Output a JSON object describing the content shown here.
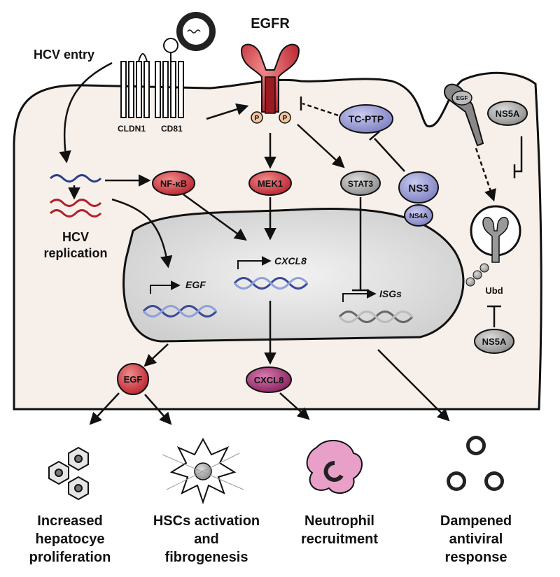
{
  "labels": {
    "egfr": "EGFR",
    "hcv_entry": "HCV entry",
    "cldn1": "CLDN1",
    "cd81": "CD81",
    "p": "P",
    "tc_ptp": "TC-PTP",
    "hcv_replication_1": "HCV",
    "hcv_replication_2": "replication",
    "nfkb": "NF-κB",
    "mek1": "MEK1",
    "stat3": "STAT3",
    "ns3": "NS3",
    "ns4a": "NS4A",
    "ns5a": "NS5A",
    "egf_ligand": "EGF",
    "ubd": "Ubd",
    "gene_egf": "EGF",
    "gene_cxcl8": "CXCL8",
    "gene_isgs": "ISGs",
    "egf_secreted": "EGF",
    "cxcl8_secreted": "CXCL8"
  },
  "outcomes": [
    "Increased\nhepatocye\nproliferation",
    "HSCs activation\nand\nfibrogenesis",
    "Neutrophil\nrecruitment",
    "Dampened\nantiviral\nresponse"
  ],
  "colors": {
    "cell_fill": "#f7efe9",
    "nucleus_fill": "#d9d9d9",
    "red": "#c8323c",
    "purple": "#8a8cc8",
    "gray": "#9a9a9a",
    "magenta": "#9c2a6e",
    "rna_blue": "#2a3f8a",
    "rna_red": "#b0202a"
  }
}
